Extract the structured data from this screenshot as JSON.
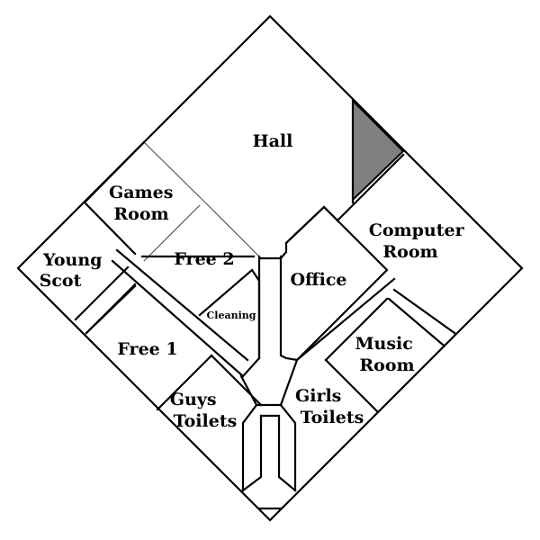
{
  "rooms": {
    "hall": "Hall",
    "games_room": [
      "Games",
      "Room"
    ],
    "free_2": "Free 2",
    "young_scot": [
      "Young",
      "Scot"
    ],
    "office": "Office",
    "computer_room": [
      "Computer",
      "Room"
    ],
    "cleaning": "Cleaning",
    "free_1": "Free 1",
    "music_room": [
      "Music",
      "Room"
    ],
    "guys_toilets": [
      "Guys",
      "Toilets"
    ],
    "girls_toilets": [
      "Girls",
      "Toilets"
    ]
  },
  "colors": {
    "walls": "#000000",
    "stage_fill": "#808080",
    "background": "#ffffff"
  }
}
